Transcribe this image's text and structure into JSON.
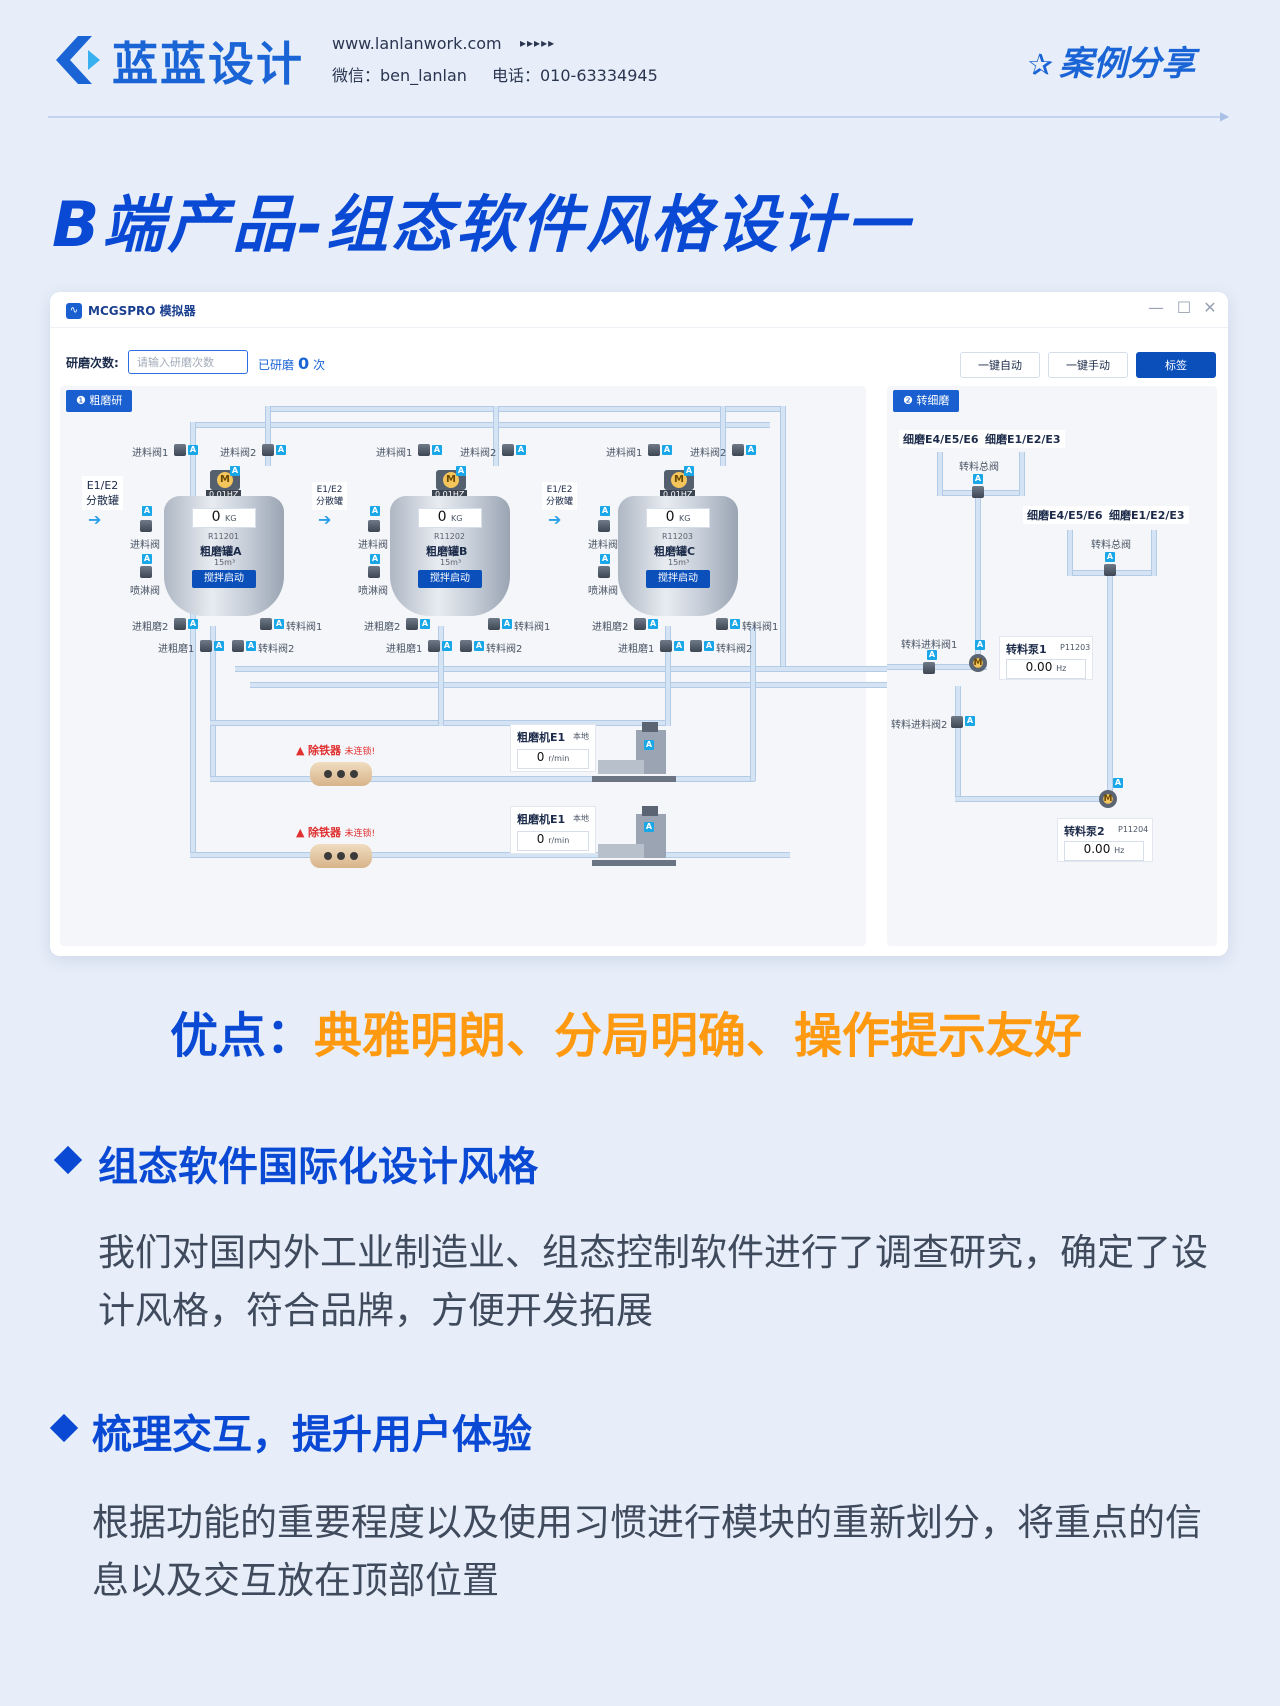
{
  "header": {
    "brand": "蓝蓝设计",
    "url": "www.lanlanwork.com",
    "url_arrows": "▸▸▸▸▸",
    "wechat": "微信：ben_lanlan",
    "phone": "电话：010-63334945",
    "case_share": "案例分享",
    "case_icon": "star-outline-icon"
  },
  "main_title": "B端产品-组态软件风格设计一",
  "app": {
    "title": "MCGSPRO 模拟器",
    "window_controls": [
      "—",
      "☐",
      "✕"
    ],
    "toolbar": {
      "count_label": "研磨次数:",
      "count_placeholder": "请输入研磨次数",
      "done_prefix": "已研磨",
      "done_count": "0",
      "done_suffix": "次",
      "buttons": [
        "一键自动",
        "一键手动",
        "标签"
      ]
    },
    "rough_panel": {
      "tag": "❶ 粗磨研",
      "inlet_label": "E1/E2\n分散罐",
      "tanks": [
        {
          "name": "粗磨罐A",
          "code": "R11201",
          "value": "0",
          "unit": "KG",
          "capacity": "15m³",
          "hz": "0.01HZ",
          "button": "搅拌启动"
        },
        {
          "name": "粗磨罐B",
          "code": "R11202",
          "value": "0",
          "unit": "KG",
          "capacity": "15m³",
          "hz": "0.01HZ",
          "button": "搅拌启动"
        },
        {
          "name": "粗磨罐C",
          "code": "R11203",
          "value": "0",
          "unit": "KG",
          "capacity": "15m³",
          "hz": "0.01HZ",
          "button": "搅拌启动"
        }
      ],
      "valves": {
        "feed1": "进料阀1",
        "feed2": "进料阀2",
        "feed": "进料阀",
        "spray": "喷淋阀",
        "in_grind1": "进粗磨1",
        "in_grind2": "进粗磨2",
        "transfer1": "转料阀1",
        "transfer2": "转料阀2"
      },
      "iron_removers": [
        {
          "title": "除铁器",
          "status": "未连锁!"
        },
        {
          "title": "除铁器",
          "status": "未连锁!"
        }
      ],
      "grinders": [
        {
          "name": "粗磨机E1",
          "mode": "本地",
          "value": "0",
          "unit": "r/min"
        },
        {
          "name": "粗磨机E1",
          "mode": "本地",
          "value": "0",
          "unit": "r/min"
        }
      ]
    },
    "fine_panel": {
      "tag": "❷ 转细磨",
      "groups": [
        {
          "left": "细磨E4/E5/E6",
          "right": "细磨E1/E2/E3",
          "valve": "转料总阀"
        },
        {
          "left": "细磨E4/E5/E6",
          "right": "细磨E1/E2/E3",
          "valve": "转料总阀"
        }
      ],
      "transfer_feed1": "转料进料阀1",
      "transfer_feed2": "转料进料阀2",
      "pumps": [
        {
          "name": "转料泵1",
          "code": "P11203",
          "value": "0.00",
          "unit": "Hz"
        },
        {
          "name": "转料泵2",
          "code": "P11204",
          "value": "0.00",
          "unit": "Hz"
        }
      ]
    },
    "badge": "A",
    "motor_letter": "M"
  },
  "pros": {
    "label": "优点：",
    "value": "典雅明朗、分局明确、操作提示友好"
  },
  "sections": [
    {
      "title": "组态软件国际化设计风格",
      "body": "我们对国内外工业制造业、组态控制软件进行了调查研究，确定了设计风格，符合品牌，方便开发拓展"
    },
    {
      "title": "梳理交互，提升用户体验",
      "body": "根据功能的重要程度以及使用习惯进行模块的重新划分，将重点的信息以及交互放在顶部位置"
    }
  ],
  "colors": {
    "brand_blue": "#0a49d4",
    "accent_orange": "#ff9a10",
    "alarm_red": "#e03030",
    "button_blue": "#0b4fba"
  }
}
